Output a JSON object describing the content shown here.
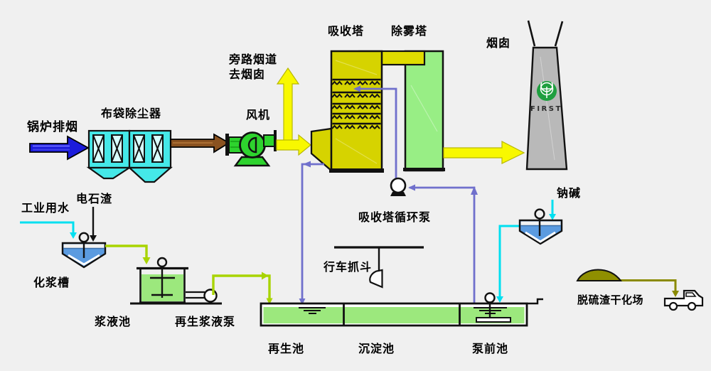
{
  "diagram": {
    "type": "process-flow-diagram",
    "subject": "flue-gas-desulfurization-system"
  },
  "labels": {
    "boiler_exhaust": "锅炉排烟",
    "bag_dust_collector": "布袋除尘器",
    "fan": "风机",
    "bypass_line1": "旁路烟道",
    "bypass_line2": "去烟囱",
    "absorber_tower": "吸收塔",
    "demister_tower": "除雾塔",
    "chimney": "烟囱",
    "chimney_logo": "FIRST",
    "industrial_water": "工业用水",
    "carbide_slag": "电石渣",
    "slurry_mixing_tank": "化浆槽",
    "slurry_pool": "浆液池",
    "regen_slurry_pump": "再生浆液泵",
    "absorber_circulation_pump": "吸收塔循环泵",
    "crane_grab": "行车抓斗",
    "regeneration_pool": "再生池",
    "sedimentation_pool": "沉淀池",
    "pump_forebay": "泵前池",
    "sodium_alkali": "钠碱",
    "slag_drying_yard": "脱硫渣干化场"
  },
  "colors": {
    "background": "#f0f0f0",
    "flue_gas_arrow_blue": "#1c1cdb",
    "raw_gas_duct_brown": "#8a5220",
    "clean_gas_yellow": "#f8f800",
    "absorber_yellow": "#d6d300",
    "demister_green": "#98ee85",
    "fan_green": "#2ed32e",
    "dust_collector_cyan": "#45e8e8",
    "chimney_gray": "#b9b9b9",
    "pool_green": "#9ce87d",
    "slurry_line_green": "#a8d400",
    "water_line_cyan": "#00dff0",
    "recycle_line_blue": "#7070cc",
    "slag_olive": "#8f8f00",
    "tank_water_blue": "#5b9be0",
    "logo_green": "#1f9f3f"
  }
}
